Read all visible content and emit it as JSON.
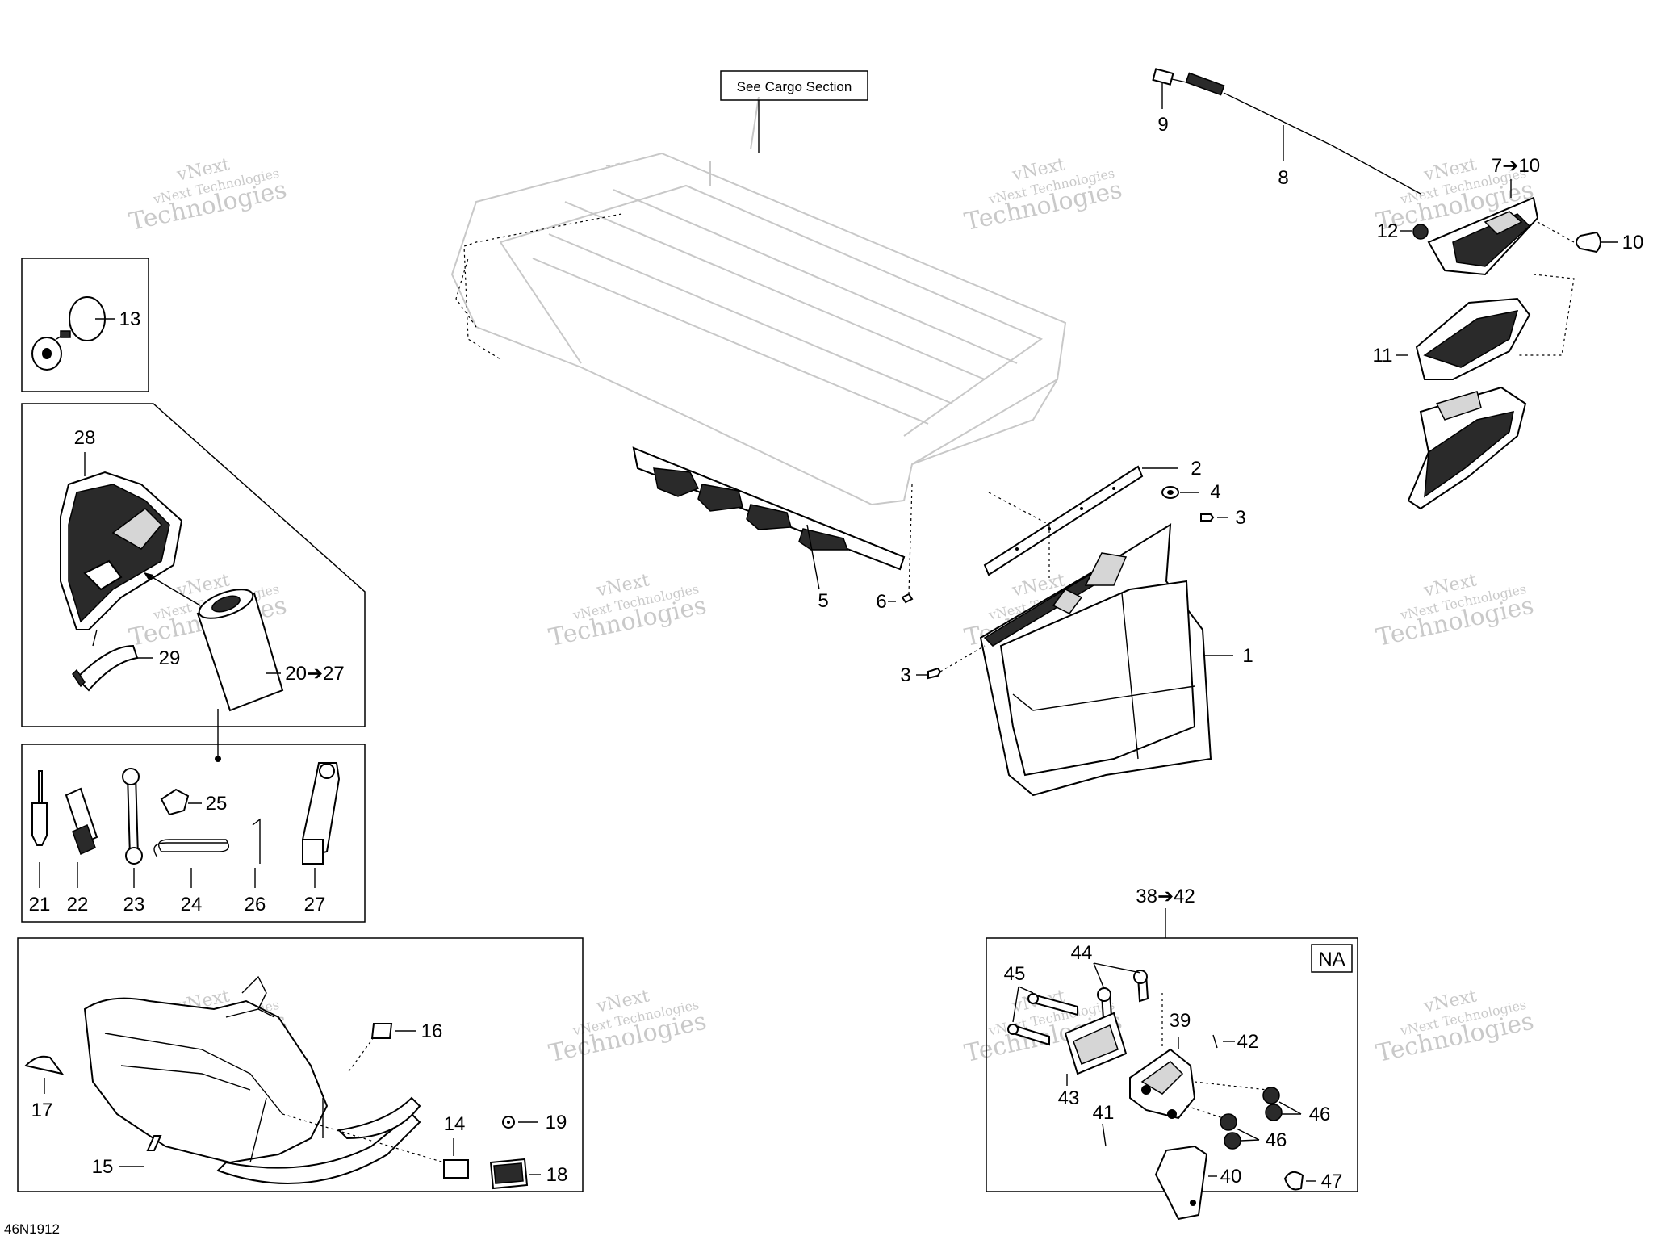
{
  "diagram": {
    "drawing_code": "46N1912",
    "note_cargo": "See Cargo Section",
    "note_region": "NA",
    "watermark": {
      "line1": "vNext Technologies",
      "line2": "vNext",
      "line3": "Technologies"
    },
    "callouts": {
      "c1": "1",
      "c2": "2",
      "c3a": "3",
      "c3b": "3",
      "c4": "4",
      "c5": "5",
      "c6": "6",
      "c7_10": "7➔10",
      "c8": "8",
      "c9": "9",
      "c10": "10",
      "c11": "11",
      "c12": "12",
      "c13": "13",
      "c14": "14",
      "c15": "15",
      "c16": "16",
      "c17": "17",
      "c18": "18",
      "c19": "19",
      "c20_27": "20➔27",
      "c21": "21",
      "c22": "22",
      "c23": "23",
      "c24": "24",
      "c25": "25",
      "c26": "26",
      "c27": "27",
      "c28": "28",
      "c29": "29",
      "c38_42": "38➔42",
      "c39": "39",
      "c40": "40",
      "c41": "41",
      "c42": "42",
      "c43": "43",
      "c44": "44",
      "c45": "45",
      "c46a": "46",
      "c46b": "46",
      "c47": "47"
    }
  }
}
